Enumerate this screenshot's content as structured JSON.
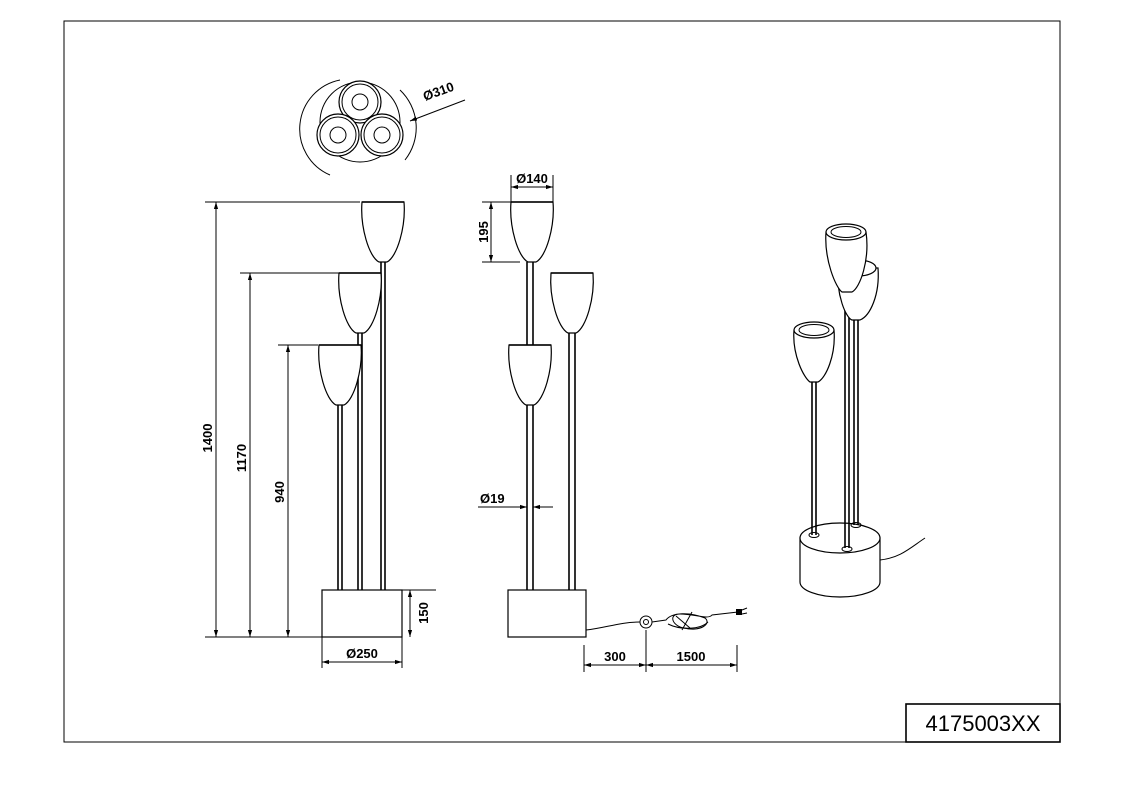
{
  "drawing": {
    "product_code": "4175003XX",
    "top_view": {
      "diameter_label": "Ø310"
    },
    "front_view": {
      "height_total": "1400",
      "height_middle": "1170",
      "height_low": "940",
      "base_height": "150",
      "base_diameter": "Ø250"
    },
    "side_view": {
      "shade_diameter": "Ø140",
      "shade_height": "195",
      "rod_diameter": "Ø19",
      "cable_to_switch": "300",
      "cable_to_plug": "1500"
    }
  }
}
